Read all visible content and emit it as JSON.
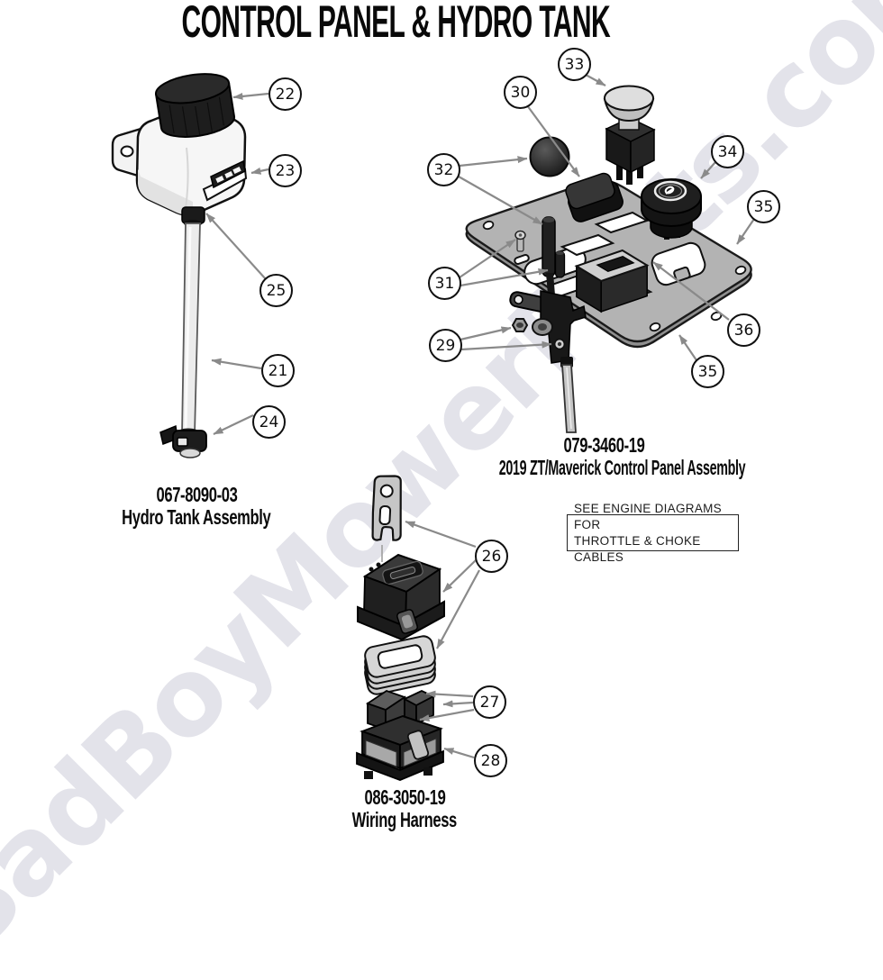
{
  "title": "CONTROL PANEL & HYDRO TANK",
  "watermark": "BadBoyMowerParts.com",
  "note": {
    "line1": "SEE ENGINE DIAGRAMS FOR",
    "line2": "THROTTLE & CHOKE CABLES"
  },
  "assemblies": {
    "hydro_tank": {
      "part_number": "067-8090-03",
      "name": "Hydro Tank Assembly"
    },
    "control_panel": {
      "part_number": "079-3460-19",
      "name": "2019 ZT/Maverick Control Panel Assembly"
    },
    "wiring_harness": {
      "part_number": "086-3050-19",
      "name": "Wiring Harness"
    }
  },
  "callouts": [
    {
      "num": "22"
    },
    {
      "num": "23"
    },
    {
      "num": "25"
    },
    {
      "num": "21"
    },
    {
      "num": "24"
    },
    {
      "num": "33"
    },
    {
      "num": "30"
    },
    {
      "num": "32"
    },
    {
      "num": "34"
    },
    {
      "num": "35"
    },
    {
      "num": "31"
    },
    {
      "num": "29"
    },
    {
      "num": "36"
    },
    {
      "num": "35"
    },
    {
      "num": "26"
    },
    {
      "num": "27"
    },
    {
      "num": "28"
    }
  ]
}
